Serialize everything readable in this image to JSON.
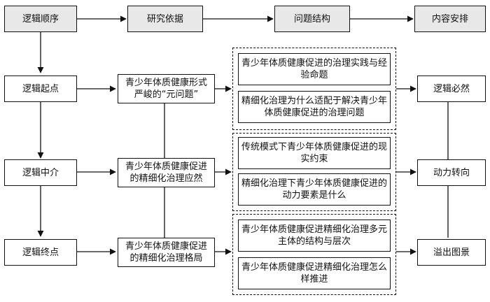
{
  "headers": {
    "logic_order": "逻辑顺序",
    "research_basis": "研究依据",
    "problem_structure": "问题结构",
    "content_arrangement": "内容安排"
  },
  "logic": {
    "start": "逻辑起点",
    "middle": "逻辑中介",
    "end": "逻辑终点"
  },
  "basis": {
    "row1": "青少年体质健康形式严峻的“元问题”",
    "row2": "青少年体质健康促进的精细化治理应然",
    "row3": "青少年体质健康促进的精细化治理格局"
  },
  "problems": {
    "g1a": "青少年体质健康促进的治理实践与经验命题",
    "g1b": "精细化治理为什么适配于解决青少年体质健康促进的治理问题",
    "g2a": "传统模式下青少年体质健康促进的现实约束",
    "g2b": "精细化治理下青少年体质健康促进的动力要素是什么",
    "g3a": "青少年体质健康促进精细化治理多元主体的结构与层次",
    "g3b": "青少年体质健康促进精细化治理怎么样推进"
  },
  "content": {
    "logic_necessity": "逻辑必然",
    "power_shift": "动力转向",
    "overflow_vision": "溢出图景"
  }
}
